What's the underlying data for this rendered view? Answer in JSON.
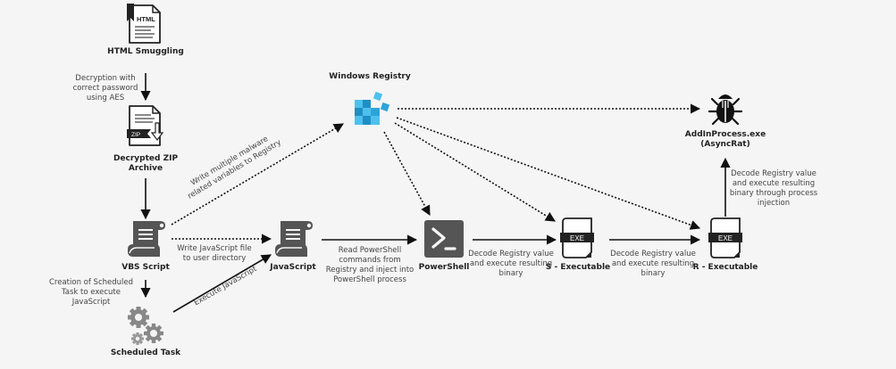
{
  "diagram": {
    "nodes": {
      "html_smuggling": {
        "label": "HTML Smuggling",
        "icon": "html-file-icon",
        "badge": "HTML"
      },
      "zip_archive": {
        "label_lines": [
          "Decrypted ZIP",
          "Archive"
        ],
        "icon": "zip-file-icon",
        "badge": "ZIP"
      },
      "vbs_script": {
        "label": "VBS Script",
        "icon": "script-scroll-icon"
      },
      "scheduled_task": {
        "label": "Scheduled Task",
        "icon": "gears-icon"
      },
      "javascript": {
        "label": "JavaScript",
        "icon": "script-scroll-icon"
      },
      "windows_registry": {
        "label": "Windows Registry",
        "icon": "registry-cubes-icon"
      },
      "powershell": {
        "label": "PowerShell",
        "icon": "powershell-icon"
      },
      "s_executable": {
        "label": "S - Executable",
        "icon": "exe-file-icon",
        "badge": "EXE"
      },
      "r_executable": {
        "label": "R - Executable",
        "icon": "exe-file-icon",
        "badge": "EXE"
      },
      "addinprocess": {
        "label_lines": [
          "AddInProcess.exe",
          "(AsyncRat)"
        ],
        "icon": "bug-icon"
      }
    },
    "edges": {
      "html_to_zip": {
        "lines": [
          "Decryption with",
          "correct password",
          "using AES"
        ]
      },
      "zip_to_vbs": {
        "lines": []
      },
      "vbs_to_task": {
        "lines": [
          "Creation of Scheduled",
          "Task to execute",
          "JavaScript"
        ]
      },
      "vbs_to_registry": {
        "lines": [
          "Write multiple malware",
          "related variables to Registry"
        ]
      },
      "vbs_to_js": {
        "lines": [
          "Write JavaScript file",
          "to user directory"
        ]
      },
      "task_to_js": {
        "lines": [
          "Execute JavaScript"
        ]
      },
      "js_to_ps": {
        "lines": [
          "Read PowerShell",
          "commands from",
          "Registry and inject into",
          "PowerShell process"
        ]
      },
      "ps_to_s": {
        "lines": [
          "Decode Registry value",
          "and execute resulting",
          "binary"
        ]
      },
      "s_to_r": {
        "lines": [
          "Decode Registry value",
          "and execute resulting",
          "binary"
        ]
      },
      "r_to_addin": {
        "lines": [
          "Decode Registry value",
          "and execute resulting",
          "binary through process",
          "injection"
        ]
      }
    },
    "colors": {
      "background": "#f5f5f5",
      "icon_dark": "#555555",
      "line": "#111111",
      "registry_blue": "#2ea3d8",
      "text": "#222222",
      "edge_text": "#444444"
    }
  }
}
